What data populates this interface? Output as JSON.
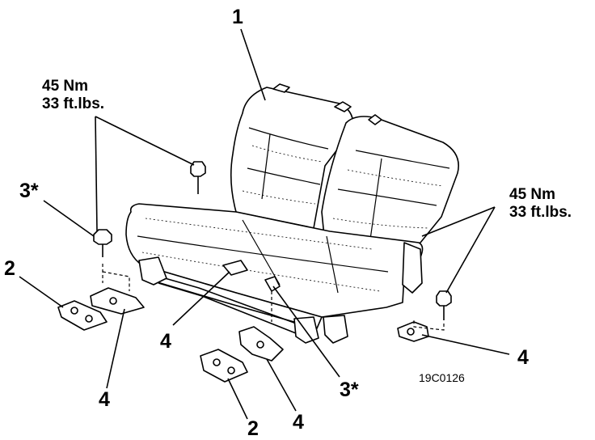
{
  "callouts": {
    "seat": "1",
    "hinge_left": "2",
    "hinge_center": "2",
    "bolt_left": "3*",
    "bolt_center": "3*",
    "bracket_left": "4",
    "bracket_center": "4",
    "bracket_front": "4",
    "bracket_right": "4"
  },
  "torque_left": {
    "line1": "45 Nm",
    "line2": "33 ft.lbs."
  },
  "torque_right": {
    "line1": "45 Nm",
    "line2": "33 ft.lbs."
  },
  "figure_code": "19C0126"
}
